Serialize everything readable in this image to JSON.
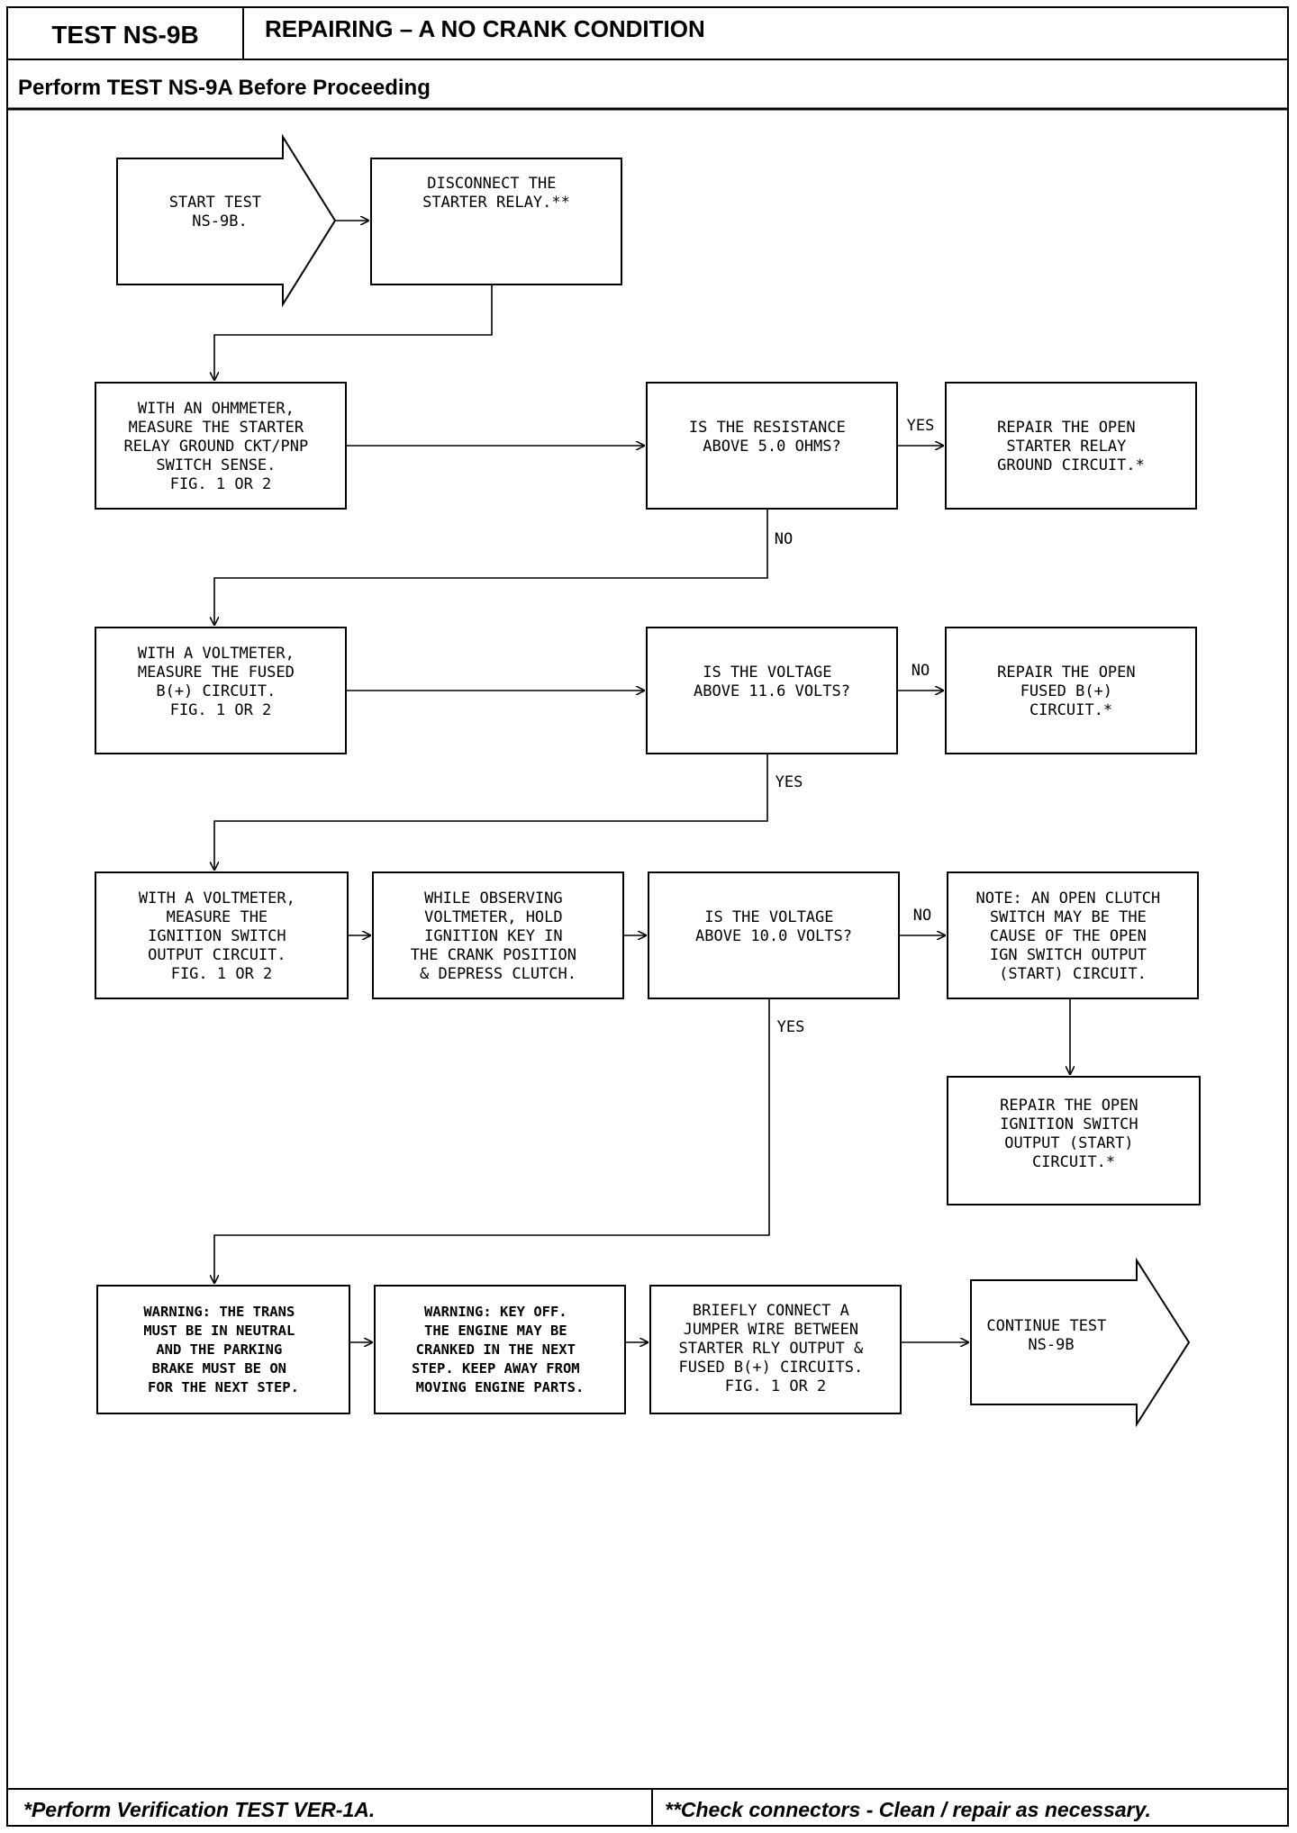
{
  "header": {
    "test_id": "TEST NS-9B",
    "title": "REPAIRING – A NO CRANK CONDITION",
    "subtitle": "Perform TEST NS-9A Before Proceeding"
  },
  "footer": {
    "left": "*Perform Verification TEST VER-1A.",
    "right": "**Check connectors - Clean / repair as necessary."
  },
  "nodes": {
    "start": [
      "START TEST",
      "NS-9B."
    ],
    "disconnect": [
      "DISCONNECT THE",
      "STARTER RELAY.**"
    ],
    "ohmmeter": [
      "WITH AN OHMMETER,",
      "MEASURE THE STARTER",
      "RELAY GROUND CKT/PNP",
      "SWITCH SENSE.",
      "FIG. 1 OR 2"
    ],
    "resistance_q": [
      "IS THE RESISTANCE",
      "ABOVE 5.0 OHMS?"
    ],
    "repair_ground": [
      "REPAIR THE OPEN",
      "STARTER RELAY",
      "GROUND CIRCUIT.*"
    ],
    "volt_fused": [
      "WITH A VOLTMETER,",
      "MEASURE THE FUSED",
      "B(+) CIRCUIT.",
      "",
      "FIG. 1 OR 2"
    ],
    "voltage_q1": [
      "IS THE VOLTAGE",
      "ABOVE 11.6 VOLTS?"
    ],
    "repair_fused": [
      "REPAIR THE OPEN",
      "FUSED B(+)",
      "CIRCUIT.*"
    ],
    "volt_ign": [
      "WITH A VOLTMETER,",
      "MEASURE THE",
      "IGNITION SWITCH",
      "OUTPUT CIRCUIT.",
      "FIG. 1 OR 2"
    ],
    "observe": [
      "WHILE OBSERVING",
      "VOLTMETER, HOLD",
      "IGNITION KEY IN",
      "THE CRANK POSITION",
      "& DEPRESS CLUTCH."
    ],
    "voltage_q2": [
      "IS THE VOLTAGE",
      "ABOVE 10.0 VOLTS?"
    ],
    "note_clutch": [
      "NOTE: AN OPEN CLUTCH",
      "SWITCH MAY BE THE",
      "CAUSE OF THE OPEN",
      "IGN SWITCH OUTPUT",
      "(START) CIRCUIT."
    ],
    "repair_ign": [
      "REPAIR THE OPEN",
      "IGNITION SWITCH",
      "OUTPUT (START)",
      "CIRCUIT.*"
    ],
    "warn_trans": [
      "WARNING: THE TRANS",
      "MUST BE IN NEUTRAL",
      "AND THE PARKING",
      "BRAKE MUST BE ON",
      "FOR THE NEXT STEP."
    ],
    "warn_key": [
      "WARNING: KEY OFF.",
      "THE ENGINE MAY BE",
      "CRANKED IN THE NEXT",
      "STEP. KEEP AWAY FROM",
      "MOVING ENGINE PARTS."
    ],
    "jumper": [
      "BRIEFLY CONNECT A",
      "JUMPER WIRE BETWEEN",
      "STARTER RLY OUTPUT &",
      "FUSED B(+) CIRCUITS.",
      "FIG. 1 OR 2"
    ],
    "continue": [
      "CONTINUE TEST",
      "NS-9B"
    ]
  },
  "edge_labels": {
    "resistance_yes": "YES",
    "resistance_no": "NO",
    "voltage1_no": "NO",
    "voltage1_yes": "YES",
    "voltage2_no": "NO",
    "voltage2_yes": "YES"
  }
}
